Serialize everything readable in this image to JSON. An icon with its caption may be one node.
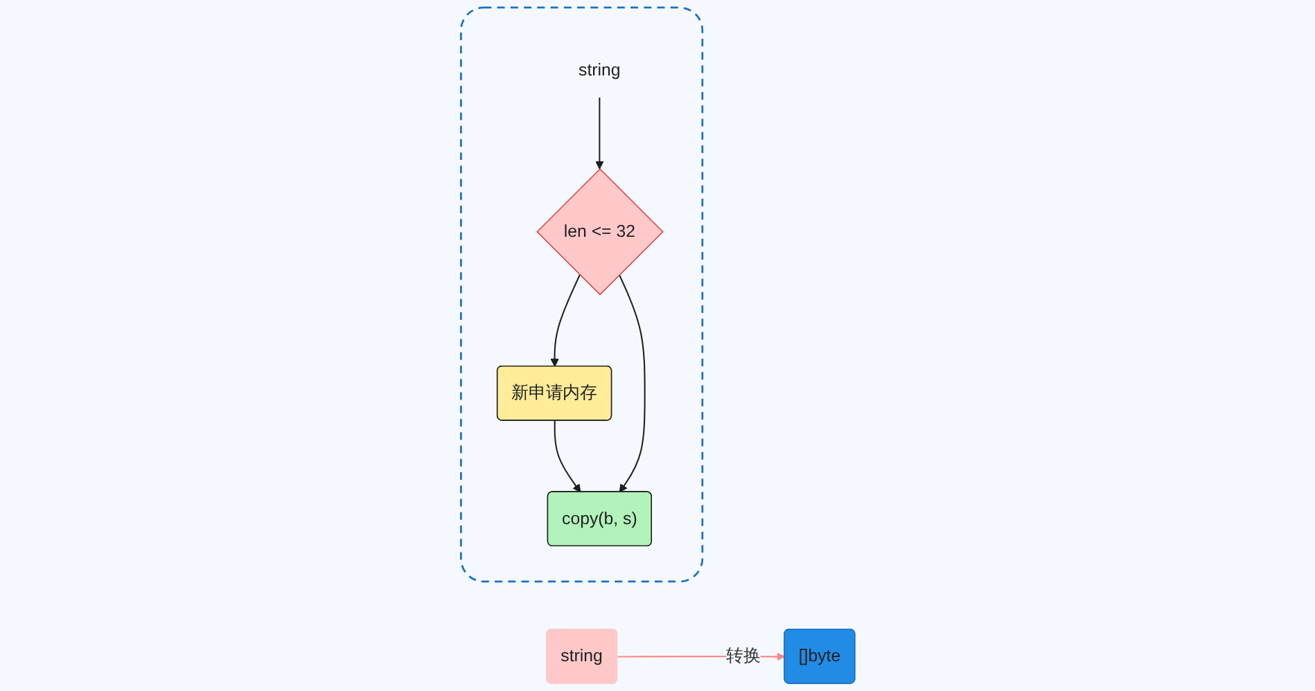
{
  "diagram": {
    "nodes": [
      {
        "text": [
          "string"
        ]
      },
      {
        "text": [
          "[]byte"
        ]
      },
      {
        "text": [],
        "shape": "box"
      },
      {
        "text": [
          "string"
        ],
        "in": 2
      },
      {
        "text": [
          "len <= 32"
        ],
        "in": 2
      },
      {
        "text": [
          "新申请内存"
        ],
        "in": 2
      },
      {
        "text": [
          "copy(b, s)"
        ],
        "in": 2
      }
    ],
    "edges": [
      {
        "from": 0,
        "to": 1,
        "arrow": "to",
        "label": "转换",
        "color": "#ff8787"
      },
      {
        "from": 3,
        "to": 4,
        "arrow": "to"
      },
      {
        "from": 4,
        "to": 5,
        "arrow": "to"
      },
      {
        "from": 5,
        "to": 6,
        "arrow": "to"
      },
      {
        "from": 4,
        "to": 6,
        "arrow": "to"
      }
    ]
  }
}
